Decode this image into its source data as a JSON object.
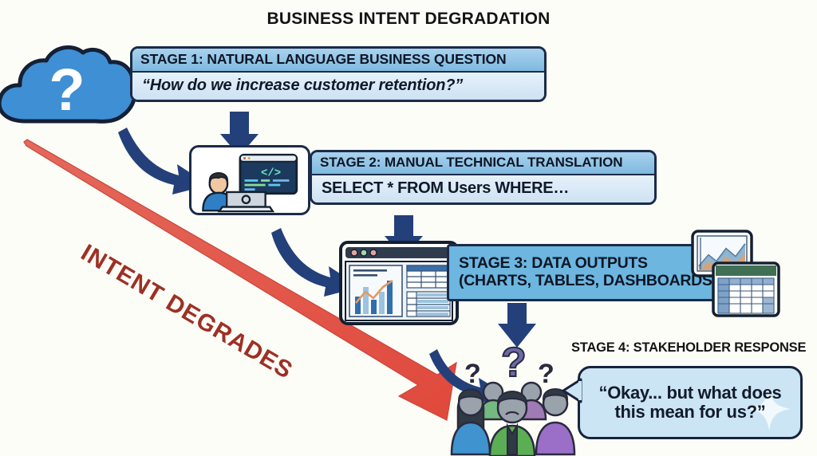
{
  "title": "BUSINESS INTENT DEGRADATION",
  "colors": {
    "background": "#fdfdf8",
    "header_blue": "#7fb9e0",
    "body_blue": "#dbeaf7",
    "stage3_blue": "#6cb6e0",
    "bubble_blue": "#cbe5f5",
    "border_navy": "#1b2b48",
    "arrow_navy": "#24407a",
    "degrade_red": "#e0564a",
    "degrade_text_red": "#9e3024",
    "cloud_blue": "#3f8fd4",
    "text_dark": "#141414"
  },
  "stages": [
    {
      "id": "stage1",
      "header": "STAGE 1: NATURAL LANGUAGE BUSINESS QUESTION",
      "body": "“How do we increase customer retention?”",
      "icon": "cloud-question-icon"
    },
    {
      "id": "stage2",
      "header": "STAGE 2: MANUAL TECHNICAL TRANSLATION",
      "body": "SELECT * FROM Users WHERE…",
      "icon": "developer-coding-icon"
    },
    {
      "id": "stage3",
      "header_line1": "STAGE 3: DATA OUTPUTS",
      "header_line2": "(CHARTS, TABLES, DASHBOARDS)",
      "icon": "dashboard-window-icon",
      "side_icons": [
        "area-chart-card-icon",
        "spreadsheet-card-icon"
      ]
    },
    {
      "id": "stage4",
      "label": "STAGE 4: STAKEHOLDER RESPONSE",
      "bubble_line1": "“Okay... but what does",
      "bubble_line2": "this mean for us?”",
      "icon": "confused-stakeholders-icon"
    }
  ],
  "degradation_arrow": {
    "label": "INTENT DEGRADES",
    "color": "#e0564a",
    "text_color": "#9e3024"
  },
  "flow_arrows": [
    {
      "name": "arrow-stage1-down",
      "type": "straight-down"
    },
    {
      "name": "arrow-cloud-to-stage2",
      "type": "curved"
    },
    {
      "name": "arrow-stage2-down",
      "type": "straight-down"
    },
    {
      "name": "arrow-stage2-to-stage3",
      "type": "curved"
    },
    {
      "name": "arrow-stage3-down",
      "type": "straight-down"
    },
    {
      "name": "arrow-stage3-to-people",
      "type": "curved"
    }
  ],
  "icons": {
    "cloud_question_mark": "?",
    "code_window_glyph": "</>",
    "people_question_marks": [
      "?",
      "?",
      "?"
    ],
    "bubble_sparkle": "sparkle-icon"
  }
}
